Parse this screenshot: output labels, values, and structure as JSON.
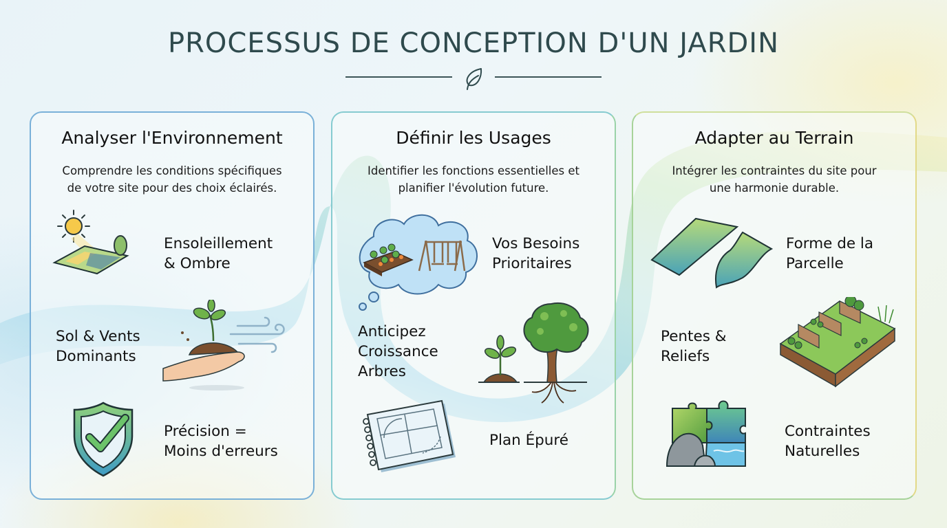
{
  "header": {
    "title": "PROCESSUS DE CONCEPTION D'UN JARDIN",
    "divider_icon": "leaf-icon"
  },
  "colors": {
    "title": "#2f4a4d",
    "panel1_border": "#79b0d8",
    "panel2_border": "#86cbd0",
    "panel3_border": "#a7d39a",
    "ribbon_blue": "#8fd0e6",
    "ribbon_green": "#b9e2a8"
  },
  "panels": [
    {
      "title": "Analyser l'Environnement",
      "description_line1": "Comprendre les conditions spécifiques",
      "description_line2": "de votre site pour des choix éclairés.",
      "items": [
        {
          "label_line1": "Ensoleillement",
          "label_line2": "& Ombre",
          "icon": "sun-shade-plot-icon"
        },
        {
          "label_line1": "Sol & Vents",
          "label_line2": "Dominants",
          "icon": "hand-soil-wind-icon"
        },
        {
          "label_line1": "Précision =",
          "label_line2": "Moins d'erreurs",
          "icon": "shield-check-icon"
        }
      ]
    },
    {
      "title": "Définir les Usages",
      "description_line1": "Identifier les fonctions essentielles et",
      "description_line2": "planifier l'évolution future.",
      "items": [
        {
          "label_line1": "Vos Besoins",
          "label_line2": "Prioritaires",
          "icon": "thought-cloud-garden-swing-icon"
        },
        {
          "label_line1": "Anticipez",
          "label_line2": "Croissance",
          "label_line3": "Arbres",
          "icon": "sapling-to-tree-icon"
        },
        {
          "label_line1": "Plan Épuré",
          "icon": "notebook-plan-icon"
        }
      ]
    },
    {
      "title": "Adapter au Terrain",
      "description_line1": "Intégrer les contraintes du site pour",
      "description_line2": "une harmonie durable.",
      "items": [
        {
          "label_line1": "Forme de la",
          "label_line2": "Parcelle",
          "icon": "parcel-shapes-icon"
        },
        {
          "label_line1": "Pentes &",
          "label_line2": "Reliefs",
          "icon": "terraced-slope-icon"
        },
        {
          "label_line1": "Contraintes",
          "label_line2": "Naturelles",
          "icon": "puzzle-rock-water-icon"
        }
      ]
    }
  ]
}
